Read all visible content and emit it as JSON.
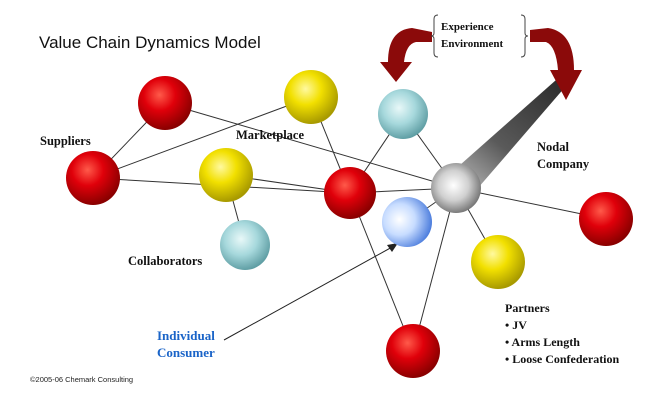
{
  "title": "Value Chain Dynamics Model",
  "labels": {
    "experience": "Experience",
    "environment": "Environment",
    "suppliers": "Suppliers",
    "marketplace": "Marketplace",
    "nodal": "Nodal",
    "company": "Company",
    "collaborators": "Collaborators",
    "individual": "Individual",
    "consumer": "Consumer"
  },
  "partners": {
    "heading": "Partners",
    "items": [
      "• JV",
      "• Arms Length",
      "• Loose Confederation"
    ]
  },
  "copyright": "©2005-06 Chemark Consulting",
  "colors": {
    "red": "#e0000a",
    "yellow": "#f2e000",
    "teal": "#a6d8dc",
    "blue": "#4e86e6",
    "arrow": "#8b0a0a",
    "consumer_text": "#1a64c8"
  }
}
